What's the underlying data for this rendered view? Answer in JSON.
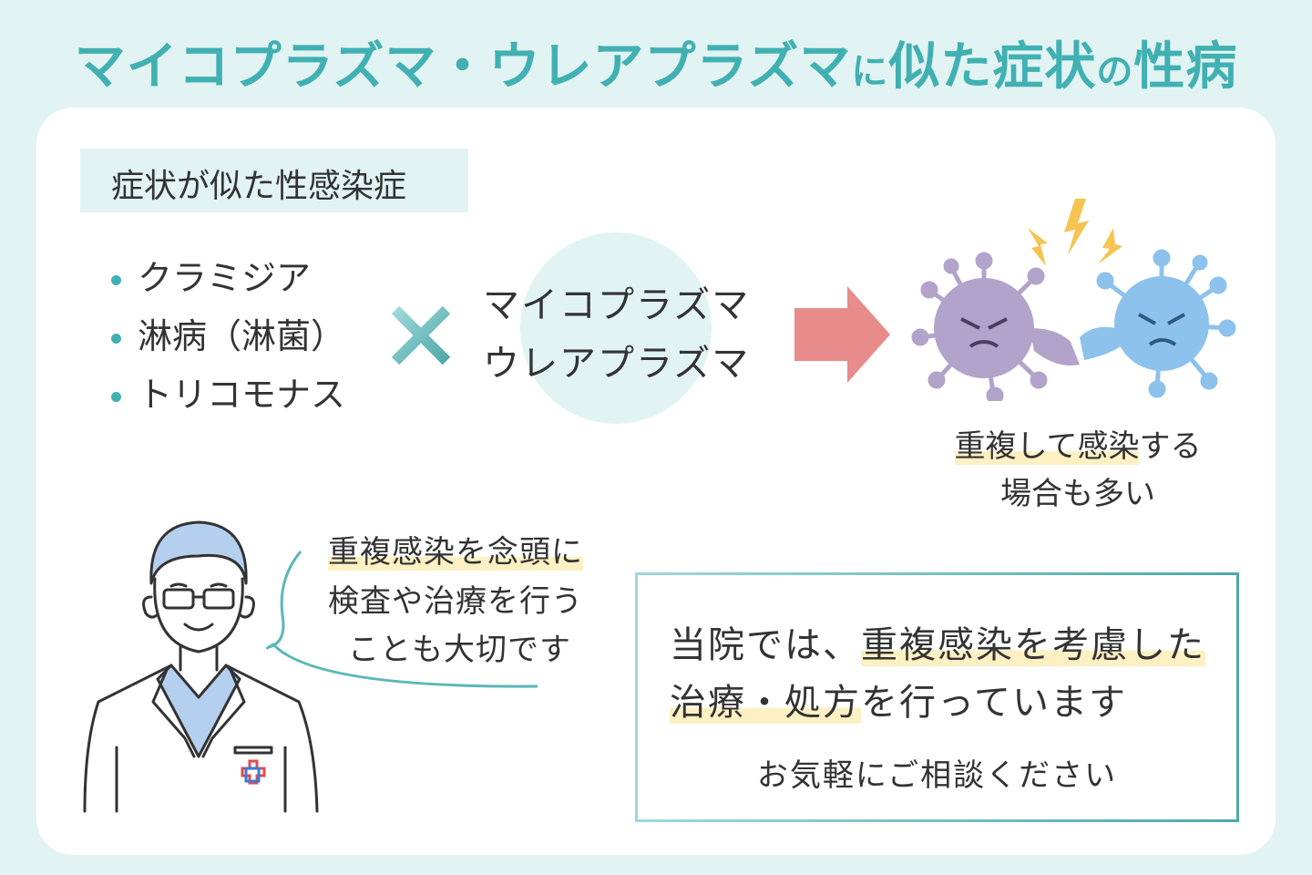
{
  "title": {
    "part1": "マイコプラズマ・ウレアプラズマ",
    "part2": "に",
    "part3": "似た症状",
    "part4": "の",
    "part5": "性病"
  },
  "section_label": "症状が似た性感染症",
  "diseases": [
    "クラミジア",
    "淋病（淋菌）",
    "トリコモナス"
  ],
  "pathogens": [
    "マイコプラズマ",
    "ウレアプラズマ"
  ],
  "result": {
    "highlight": "重複して感染",
    "rest": "する",
    "line2": "場合も多い"
  },
  "doctor_speech": {
    "line1": "重複感染を念頭に",
    "line2": "検査や治療を行う",
    "line3": "ことも大切です"
  },
  "message": {
    "l1a": "当院では、",
    "l1b": "重複感染を考慮した",
    "l2a": "治療・処方",
    "l2b": "を行っています",
    "l3": "お気軽にご相談ください"
  },
  "colors": {
    "accent": "#41b0b2",
    "background": "#e1f3f3",
    "arrow": "#e88b8b",
    "highlight": "#fdf1c4",
    "virus_purple": "#b2a3cb",
    "virus_blue": "#8cc2ec"
  }
}
